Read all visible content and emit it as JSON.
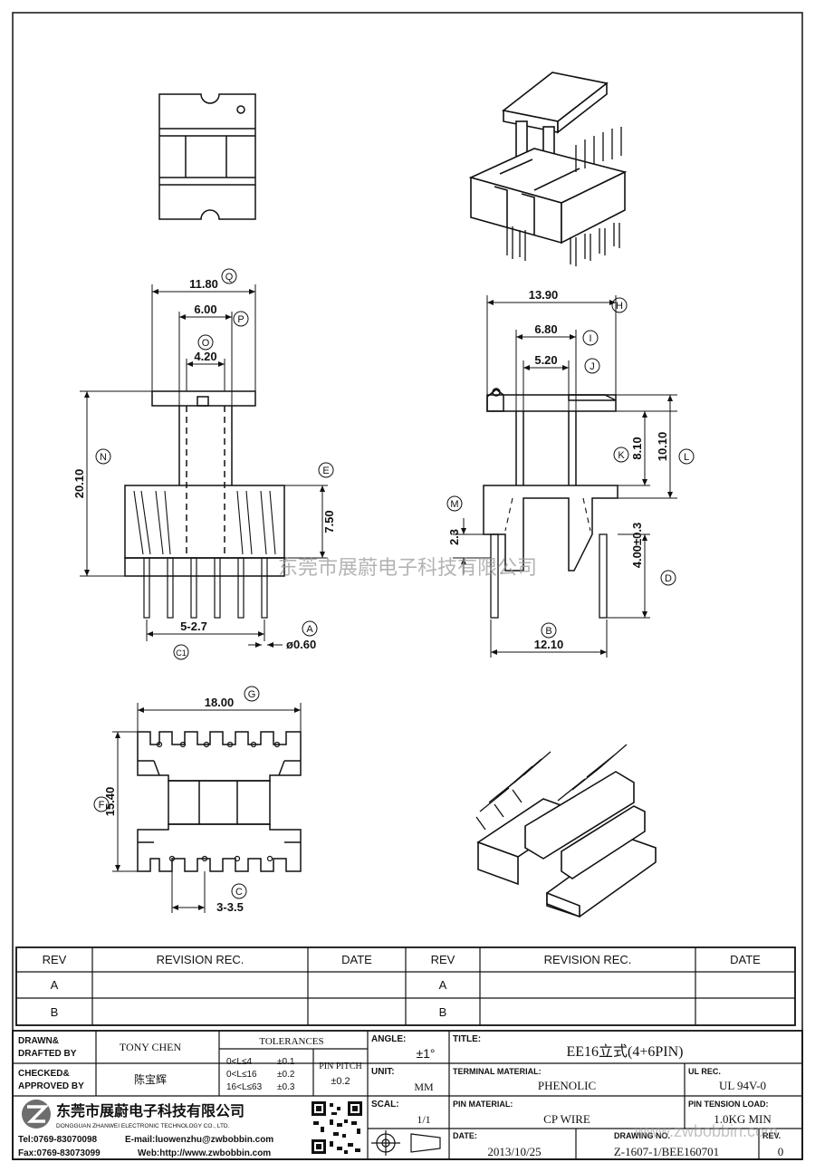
{
  "drawing": {
    "dims_top": {
      "q": "11.80",
      "p": "6.00",
      "o": "4.20"
    },
    "dims_left": {
      "n": "20.10",
      "e": "7.50",
      "pitch": "5-2.7",
      "pin_dia": "ø0.60"
    },
    "dims_right": {
      "h": "13.90",
      "i": "6.80",
      "j": "5.20",
      "k": "8.10",
      "l": "10.10",
      "m": "2.3",
      "d": "4.00±0.3",
      "b": "12.10"
    },
    "dims_bottom": {
      "g": "18.00",
      "f": "15.40",
      "c": "3-3.5"
    },
    "balloons": [
      "Q",
      "P",
      "O",
      "N",
      "E",
      "A",
      "C1",
      "H",
      "I",
      "J",
      "K",
      "L",
      "M",
      "D",
      "B",
      "G",
      "F",
      "C"
    ],
    "watermark": "东莞市展蔚电子科技有限公司"
  },
  "revision_table": {
    "headers": [
      "REV",
      "REVISION REC.",
      "DATE",
      "REV",
      "REVISION REC.",
      "DATE"
    ],
    "rows": [
      [
        "A",
        "",
        "",
        "A",
        "",
        ""
      ],
      [
        "B",
        "",
        "",
        "B",
        "",
        ""
      ]
    ]
  },
  "title_block": {
    "drawn_label_1": "DRAWN&",
    "drawn_label_2": "DRAFTED BY",
    "drawn_value": "TONY CHEN",
    "checked_label_1": "CHECKED&",
    "checked_label_2": "APPROVED BY",
    "checked_value": "陈宝辉",
    "tolerances_label": "TOLERANCES",
    "tol_rows": [
      {
        "range": "0<L≤4",
        "value": "±0.1"
      },
      {
        "range": "0<L≤16",
        "value": "±0.2"
      },
      {
        "range": "16<L≤63",
        "value": "±0.3"
      }
    ],
    "pin_pitch_label": "PIN PITCH",
    "pin_pitch_value": "±0.2",
    "angle_label": "ANGLE:",
    "angle_value": "±1°",
    "unit_label": "UNIT:",
    "unit_value": "MM",
    "scal_label": "SCAL:",
    "scal_value": "1/1",
    "title_label": "TITLE:",
    "title_value": "EE16立式(4+6PIN)",
    "terminal_label": "TERMINAL MATERIAL:",
    "terminal_value": "PHENOLIC",
    "ul_label": "UL REC.",
    "ul_value": "UL 94V-0",
    "pin_mat_label": "PIN MATERIAL:",
    "pin_mat_value": "CP WIRE",
    "tension_label": "PIN TENSION LOAD:",
    "tension_value": "1.0KG MIN",
    "date_label": "DATE:",
    "date_value": "2013/10/25",
    "drawing_no_label": "DRAWING NO.",
    "drawing_no_value": "Z-1607-1/BEE160701",
    "rev_label": "REV.",
    "rev_value": "0",
    "company_cn": "东莞市展蔚电子科技有限公司",
    "company_en": "DONGGUAN ZHANWEI ELECTRONIC TECHNOLOGY CO., LTD.",
    "tel": "Tel:0769-83070098",
    "email": "E-mail:luowenzhu@zwbobbin.com",
    "fax": "Fax:0769-83073099",
    "web": "Web:http://www.zwbobbin.com",
    "web_watermark": "www.zwbobbin.com"
  }
}
